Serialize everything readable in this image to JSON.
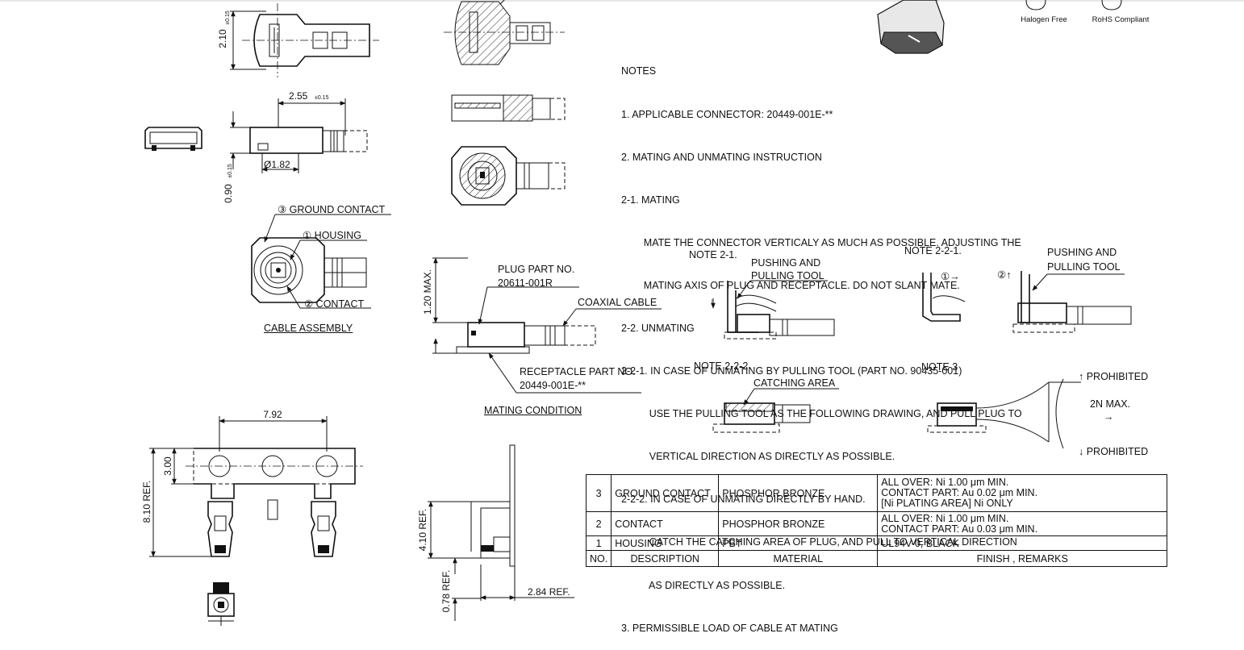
{
  "badges": {
    "halogen_free": "Halogen Free",
    "rohs": "RoHS Compliant"
  },
  "dimensions": {
    "d1": "2.10",
    "d1_tol": "±0.15",
    "d2": "2.55",
    "d2_tol": "±0.15",
    "d3": "Ø1.82",
    "d4": "0.90",
    "d4_tol": "±0.15",
    "d5": "1.20 MAX.",
    "d6": "7.92",
    "d7": "3.00",
    "d8": "8.10 REF.",
    "d9": "4.10 REF.",
    "d10": "0.78 REF.",
    "d11": "2.84 REF."
  },
  "callouts": {
    "ground_contact": "③ GROUND CONTACT",
    "housing": "① HOUSING",
    "contact": "② CONTACT",
    "cable_assembly": "CABLE ASSEMBLY",
    "plug_part_no": "PLUG PART NO.",
    "plug_part_value": "20611-001R",
    "coaxial_cable": "COAXIAL CABLE",
    "receptacle_part_no": "RECEPTACLE PART NO.",
    "receptacle_part_value": "20449-001E-**",
    "mating_condition": "MATING CONDITION"
  },
  "notes": [
    "NOTES",
    "1. APPLICABLE CONNECTOR: 20449-001E-**",
    "2. MATING AND UNMATING INSTRUCTION",
    "2-1. MATING",
    "        MATE THE CONNECTOR VERTICALY AS MUCH AS POSSIBLE. ADJUSTING THE",
    "        MATING AXIS OF PLUG AND RECEPTACLE. DO NOT SLANT MATE.",
    "2-2. UNMATING",
    "2-2-1. IN CASE OF UNMATING BY PULLING TOOL (PART NO. 90435-001)",
    "          USE THE PULLING TOOL AS THE FOLLOWING DRAWING, AND PULL PLUG TO",
    "          VERTICAL DIRECTION AS DIRECTLY AS POSSIBLE.",
    "2-2-2. IN CASE OF UNMATING DIRECTLY BY HAND.",
    "          CATCH THE CATCHING AREA OF PLUG, AND PULL TO VERTICAL DIRECTION",
    "          AS DIRECTLY AS POSSIBLE.",
    "3. PERMISSIBLE LOAD OF CABLE AT MATING"
  ],
  "note_figs": {
    "n21": "NOTE 2-1.",
    "n21_tool": "PUSHING AND",
    "n21_tool2": "PULLING TOOL",
    "n221": "NOTE 2-2-1.",
    "n221_tool": "PUSHING AND",
    "n221_tool2": "PULLING TOOL",
    "step1": "①→",
    "step2": "②↑",
    "n222": "NOTE 2-2-2.",
    "catching_area": "CATCHING AREA",
    "n3": "NOTE 3",
    "prohibited_up": "↑ PROHIBITED",
    "max_load": "2N MAX.",
    "arrow_right": "→",
    "prohibited_down": "↓ PROHIBITED",
    "arrow_down": "↓"
  },
  "bom": {
    "rows": [
      {
        "no": "3",
        "desc": "GROUND CONTACT",
        "material": "PHOSPHOR BRONZE",
        "finish": [
          "ALL OVER: Ni 1.00 μm MIN.",
          "CONTACT PART: Au 0.02 μm MIN.",
          "[Ni PLATING AREA] Ni ONLY"
        ]
      },
      {
        "no": "2",
        "desc": "CONTACT",
        "material": "PHOSPHOR BRONZE",
        "finish": [
          "ALL OVER: Ni 1.00 μm MIN.",
          "CONTACT PART: Au 0.03 μm MIN."
        ]
      },
      {
        "no": "1",
        "desc": "HOUSING",
        "material": "PBT",
        "finish": [
          "UL94V-0, BLACK"
        ]
      }
    ],
    "header": {
      "no": "NO.",
      "desc": "DESCRIPTION",
      "material": "MATERIAL",
      "finish": "FINISH , REMARKS"
    }
  }
}
